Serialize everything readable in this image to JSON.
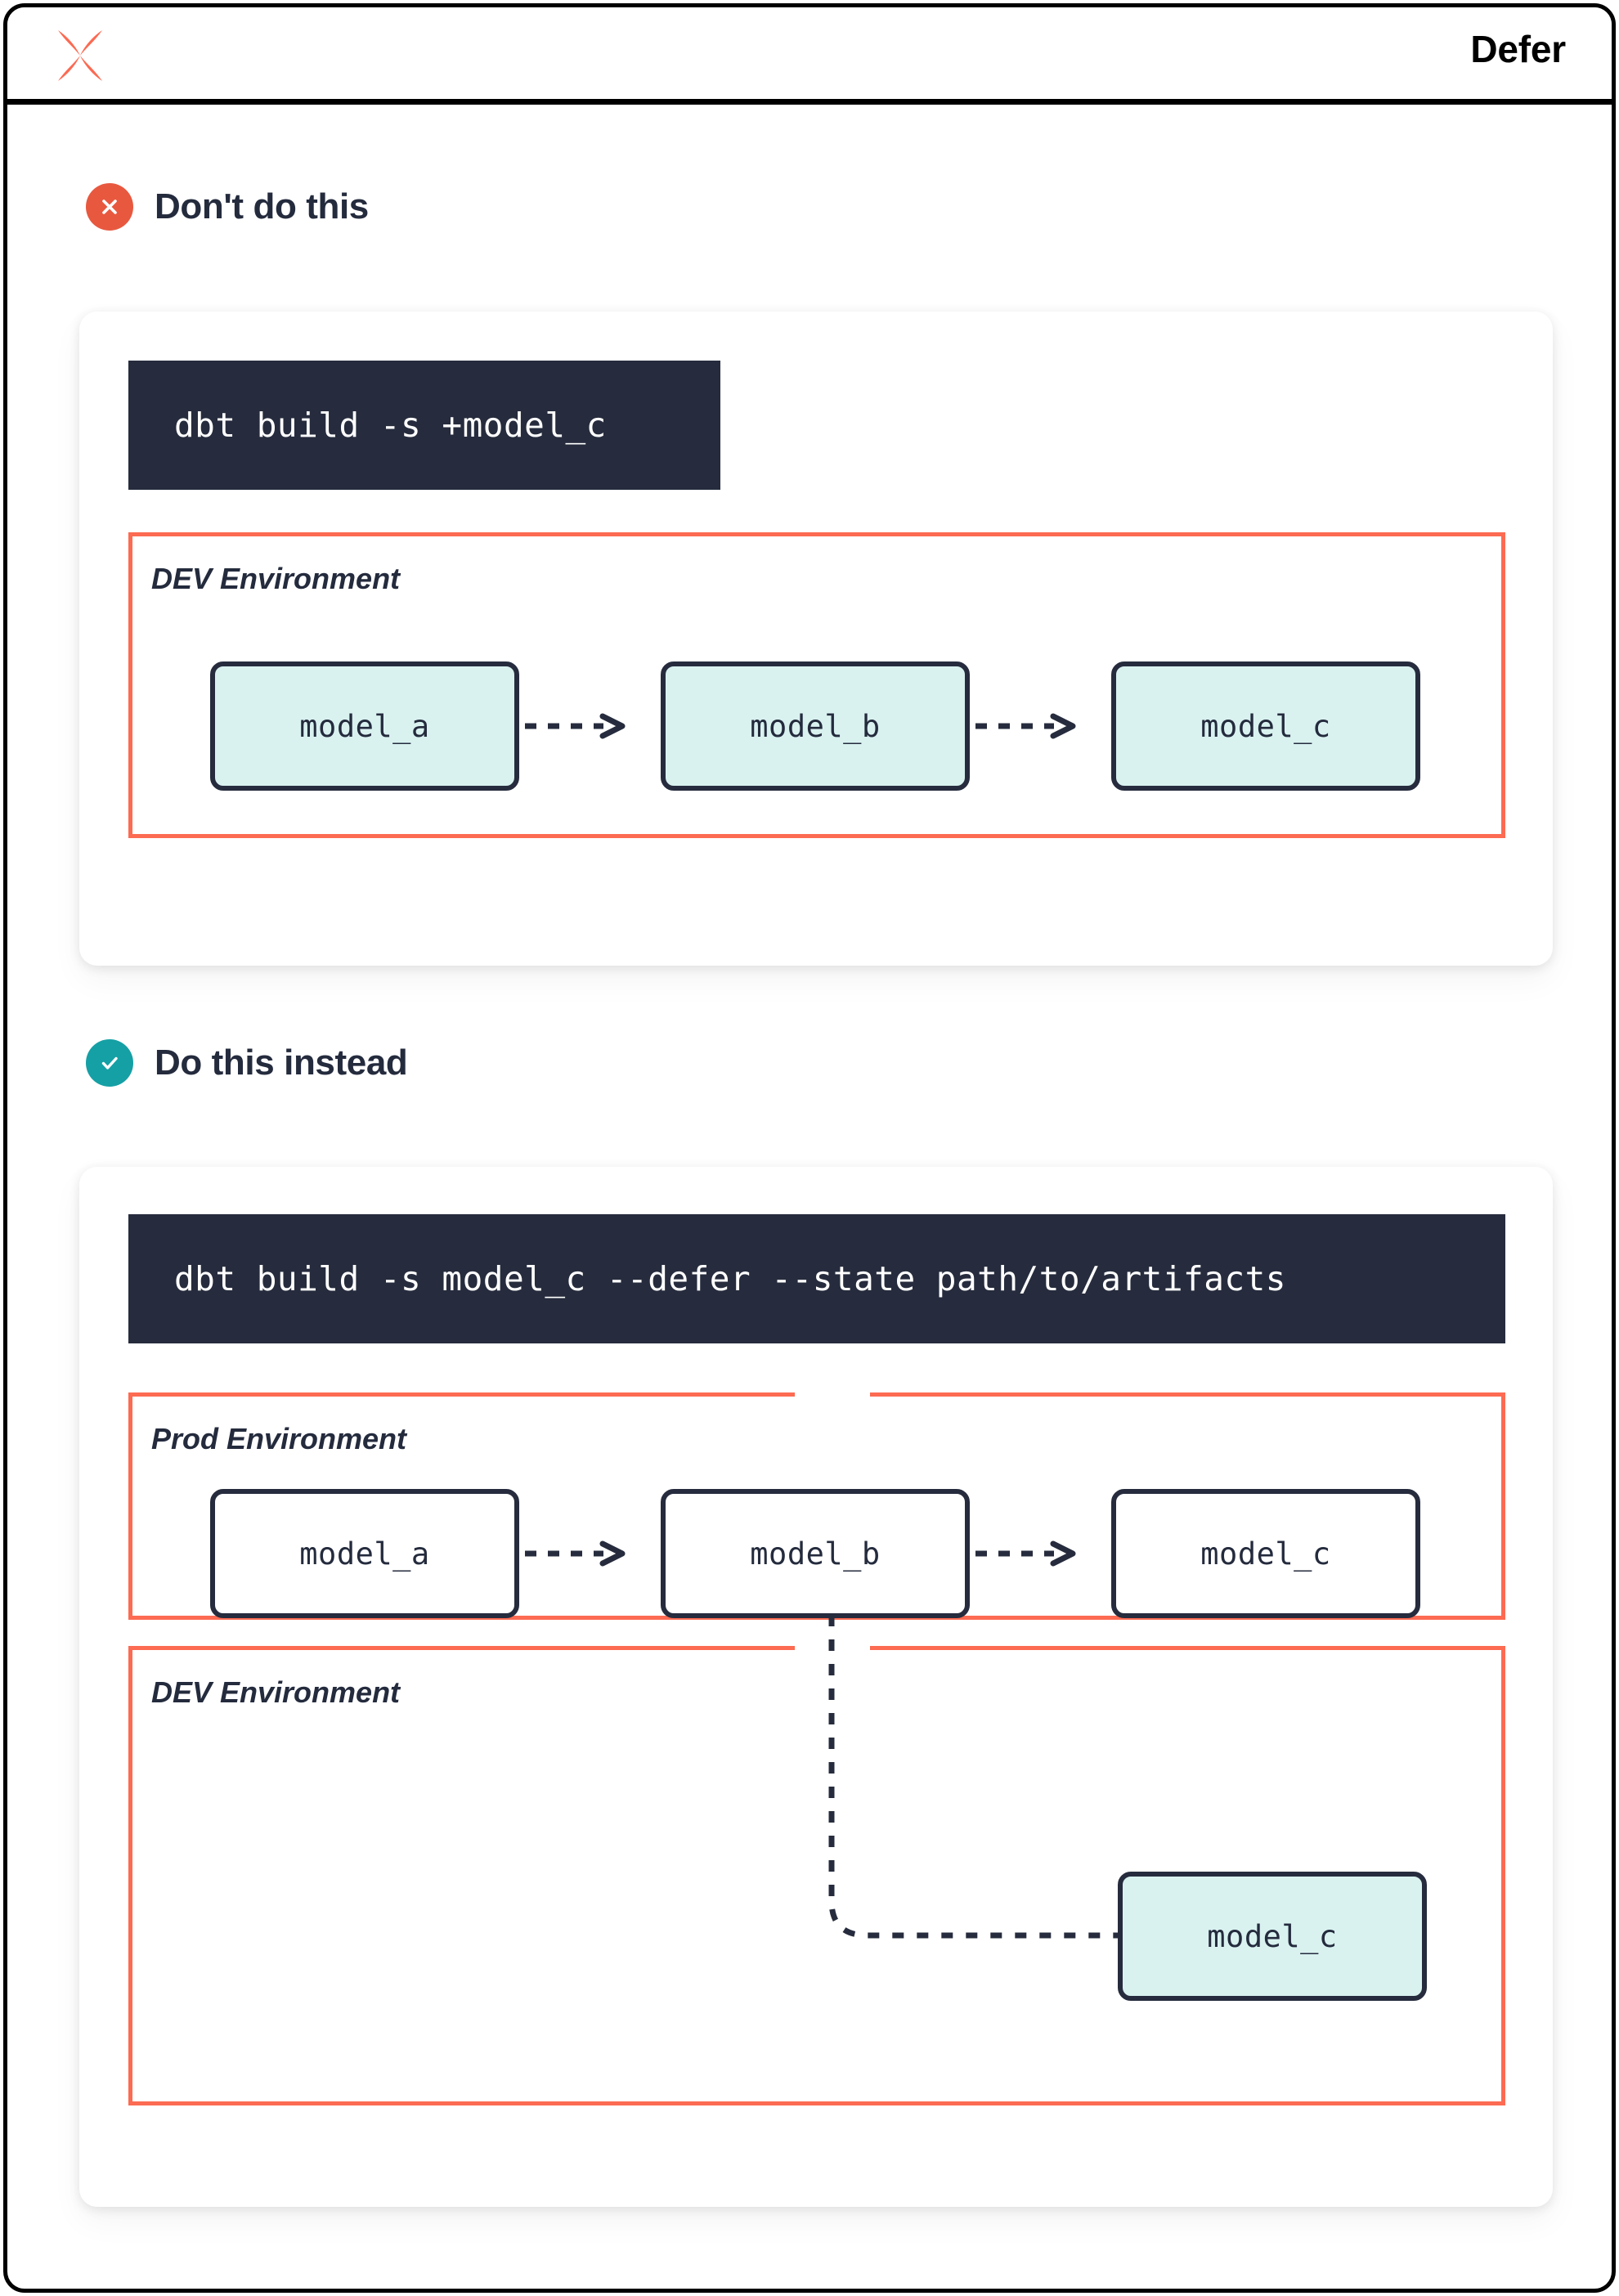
{
  "header": {
    "title": "Defer",
    "logo_icon": "dbt-logo-icon"
  },
  "colors": {
    "bad_badge": "#e8583f",
    "good_badge": "#15a0a5",
    "env_border": "#fc6b52",
    "model_border": "#262c3d",
    "model_fill_dev": "#d9f2f0",
    "model_fill_prod": "#ffffff",
    "code_background": "#262c3d",
    "text_dark": "#242b3d"
  },
  "sections": [
    {
      "id": "dont-do-this",
      "badge_icon": "x-circle-icon",
      "title": "Don't do this",
      "command": "dbt build -s +model_c",
      "environments": [
        {
          "id": "dev",
          "label": "DEV Environment",
          "models": [
            "model_a",
            "model_b",
            "model_c"
          ]
        }
      ]
    },
    {
      "id": "do-this-instead",
      "badge_icon": "check-circle-icon",
      "title": "Do this instead",
      "command": "dbt build -s model_c --defer --state path/to/artifacts",
      "environments": [
        {
          "id": "prod",
          "label": "Prod Environment",
          "models": [
            "model_a",
            "model_b",
            "model_c"
          ]
        },
        {
          "id": "dev",
          "label": "DEV Environment",
          "models": [
            "model_c"
          ]
        }
      ]
    }
  ],
  "edges": [
    {
      "from": "dev.model_a",
      "to": "dev.model_b",
      "style": "dashed"
    },
    {
      "from": "dev.model_b",
      "to": "dev.model_c",
      "style": "dashed"
    },
    {
      "from": "prod.model_a",
      "to": "prod.model_b",
      "style": "dashed"
    },
    {
      "from": "prod.model_b",
      "to": "prod.model_c",
      "style": "dashed"
    },
    {
      "from": "prod.model_b",
      "to": "dev.model_c",
      "style": "dashed-elbow"
    }
  ]
}
